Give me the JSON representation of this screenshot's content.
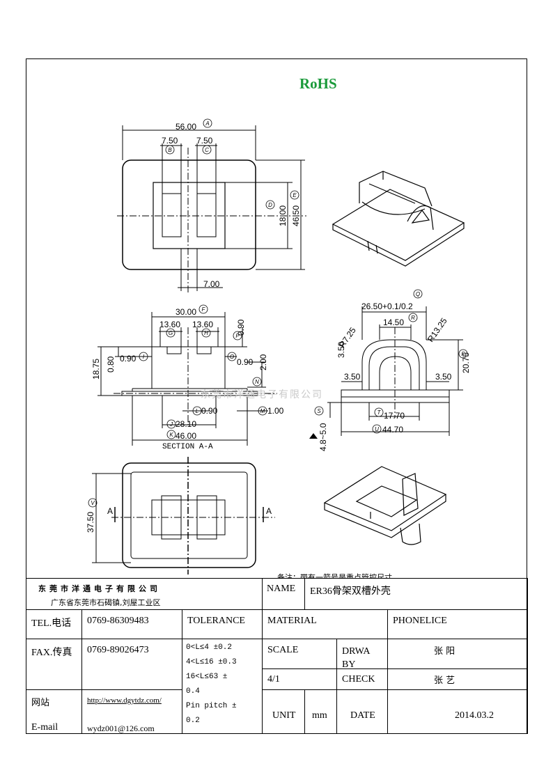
{
  "header": {
    "rohs": "RoHS"
  },
  "drawing": {
    "top_view": {
      "width": "56.00",
      "width_mark": "A",
      "slot_b": "7.50",
      "slot_b_mark": "B",
      "slot_c": "7.50",
      "slot_c_mark": "C",
      "inner_height": "18.00",
      "inner_height_mark": "D",
      "height": "46.50",
      "height_mark": "E",
      "gap": "7.00"
    },
    "section": {
      "width": "30.00",
      "width_mark": "F",
      "slot_g": "13.60",
      "slot_g_mark": "G",
      "slot_h": "13.60",
      "slot_h_mark": "H",
      "top_t": "0.90",
      "top_t_mark": "P",
      "left_t": "0.90",
      "left_t_mark": "I",
      "right_t": "0.90",
      "right_t_mark": "O",
      "height": "18.75",
      "step": "0.80",
      "depth": "2.00",
      "depth_mark": "N",
      "center_t": "0.90",
      "center_t_mark": "L",
      "base_t": "1.00",
      "base_t_mark": "M",
      "inner_w": "28.10",
      "inner_w_mark": "J",
      "outer_w": "46.00",
      "outer_w_mark": "K",
      "label": "SECTION A-A"
    },
    "side_view": {
      "top_w": "26.50+0.1/0.2",
      "top_w_mark": "Q",
      "inner_w": "14.50",
      "inner_w_mark": "R",
      "r_left": "R7.25",
      "r_right": "R13.25",
      "ht": "3.50",
      "left_step": "3.50",
      "right_step": "3.50",
      "height": "20.75",
      "height_mark": "P",
      "slot_w": "17.70",
      "slot_w_mark": "T",
      "base_w": "44.70",
      "base_w_mark": "U",
      "pin": "4.8~5.0",
      "pin_mark": "S"
    },
    "bottom_view": {
      "height": "37.50",
      "height_mark": "V",
      "section_a_left": "A",
      "section_a_right": "A"
    },
    "watermark": "东莞市洋通电子有限公司",
    "note": "备注：带有一箭号是重点管控尺寸"
  },
  "titleblock": {
    "company": "东莞市洋通电子有限公司",
    "address": "广东省东莞市石碣镇,刘屋工业区",
    "name_label": "NAME",
    "name_value": "ER36骨架双槽外壳",
    "tel_label": "TEL.电话",
    "tel_value": "0769-86309483",
    "tolerance_label": "TOLERANCE",
    "material_label": "MATERIAL",
    "phonelice_label": "PHONELICE",
    "fax_label": "FAX.传真",
    "fax_value": "0769-89026473",
    "tol_1": "0<L≤4  ±0.2",
    "tol_2": "4<L≤16 ±0.3",
    "tol_3": "16<L≤63 ±",
    "tol_4": "0.4",
    "tol_5": "Pin pitch ±",
    "tol_6": "0.2",
    "scale_label": "SCALE",
    "drwa_label_1": "DRWA",
    "drwa_label_2": "BY",
    "drawn_by": "张 阳",
    "scale_value": "4/1",
    "check_label": "CHECK",
    "checked_by": "张 艺",
    "web_label": "网站",
    "web_value": "http://www.dgytdz.com/",
    "email_label": "E-mail",
    "email_value": "wydz001@126.com",
    "unit_label": "UNIT",
    "unit_value": "mm",
    "date_label": "DATE",
    "date_value": "2014.03.2"
  }
}
